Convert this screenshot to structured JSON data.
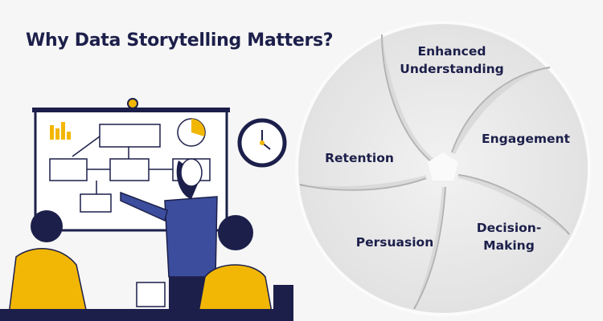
{
  "title": "Why Data Storytelling Matters?",
  "segments": [
    {
      "label_line1": "Enhanced",
      "label_line2": "Understanding"
    },
    {
      "label_line1": "Engagement"
    },
    {
      "label_line1": "Decision-",
      "label_line2": "Making"
    },
    {
      "label_line1": "Persuasion"
    },
    {
      "label_line1": "Retention"
    }
  ],
  "colors": {
    "title": "#1c1f4a",
    "accent": "#f2b705",
    "navy": "#1c1f4a",
    "wheel": "#e4e4e4"
  }
}
